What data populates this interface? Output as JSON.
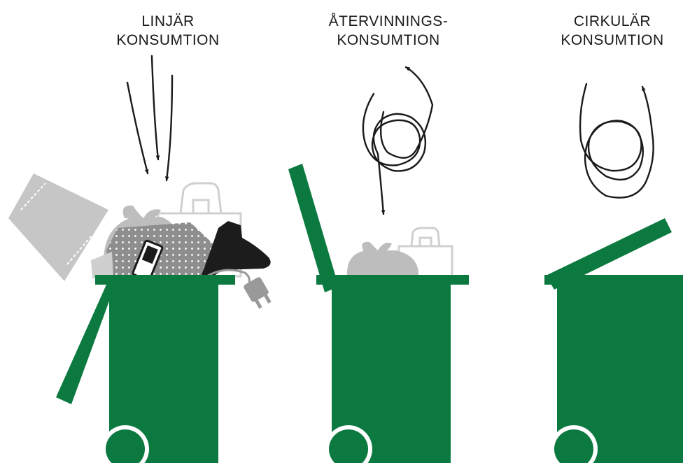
{
  "headings": {
    "linear": {
      "line1": "LINJÄR",
      "line2": "KONSUMTION"
    },
    "recycle": {
      "line1": "ÅTERVINNINGS-",
      "line2": "KONSUMTION"
    },
    "circular": {
      "line1": "CIRKULÄR",
      "line2": "KONSUMTION"
    }
  },
  "colors": {
    "bin_green": "#0c7a40",
    "arrow": "#1a1a1a",
    "trash_light": "#c8c8c8",
    "trash_mid": "#9a9a9a",
    "trash_dark": "#1c1c1c"
  },
  "icons": [
    "trash-bin-icon",
    "garbage-bag-icon",
    "shopping-bag-icon",
    "boot-icon",
    "power-plug-icon",
    "phone-icon",
    "textile-icon",
    "arrow-icon"
  ]
}
